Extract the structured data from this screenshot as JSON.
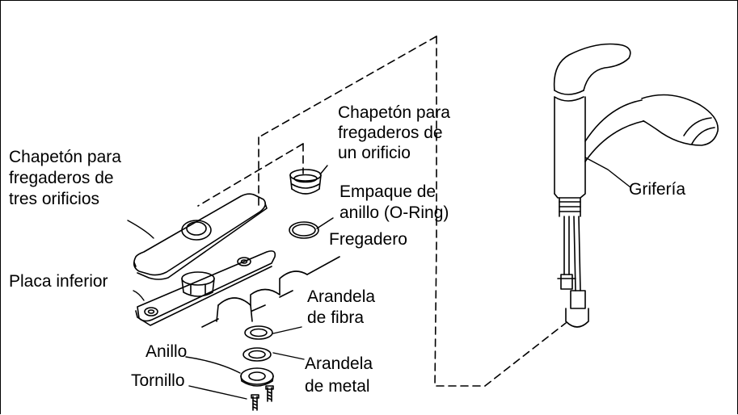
{
  "labels": {
    "chapeton_un_1": "Chapetón para",
    "chapeton_un_2": "fregaderos de",
    "chapeton_un_3": "un orificio",
    "chapeton_tres_1": "Chapetón para",
    "chapeton_tres_2": "fregaderos de",
    "chapeton_tres_3": "tres orificios",
    "empaque_1": "Empaque de",
    "empaque_2": "anillo (O-Ring)",
    "fregadero": "Fregadero",
    "placa": "Placa inferior",
    "arandela_fibra_1": "Arandela",
    "arandela_fibra_2": "de fibra",
    "anillo": "Anillo",
    "arandela_metal_1": "Arandela",
    "arandela_metal_2": "de metal",
    "tornillo": "Tornillo",
    "griferia": "Grifería"
  }
}
